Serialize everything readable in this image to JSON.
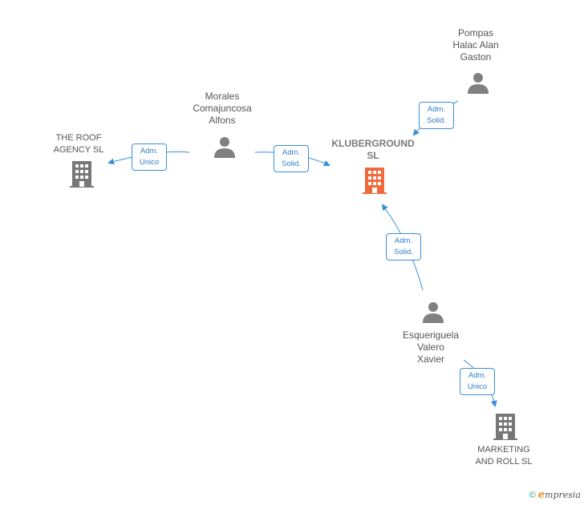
{
  "nodes": {
    "kluberground": {
      "label": "KLUBERGROUND\nSL",
      "type": "company",
      "highlight": true
    },
    "roof": {
      "label": "THE ROOF\nAGENCY  SL",
      "type": "company"
    },
    "marketing": {
      "label": "MARKETING\nAND ROLL  SL",
      "type": "company"
    },
    "morales": {
      "label": "Morales\nComajuncosa\nAlfons",
      "type": "person"
    },
    "pompas": {
      "label": "Pompas\nHalac Alan\nGaston",
      "type": "person"
    },
    "esqueriguela": {
      "label": "Esqueriguela\nValero\nXavier",
      "type": "person"
    }
  },
  "edges": {
    "morales_roof": {
      "label": "Adm.\nUnico"
    },
    "morales_kluber": {
      "label": "Adm.\nSolid."
    },
    "pompas_kluber": {
      "label": "Adm.\nSolid."
    },
    "esq_kluber": {
      "label": "Adm.\nSolid."
    },
    "esq_marketing": {
      "label": "Adm.\nUnico"
    }
  },
  "colors": {
    "edge": "#3a8fd8",
    "person": "#808080",
    "company": "#777777",
    "highlight": "#f06a3b"
  },
  "watermark": {
    "copyright": "©",
    "brand_e": "e",
    "brand_rest": "mpresia"
  }
}
